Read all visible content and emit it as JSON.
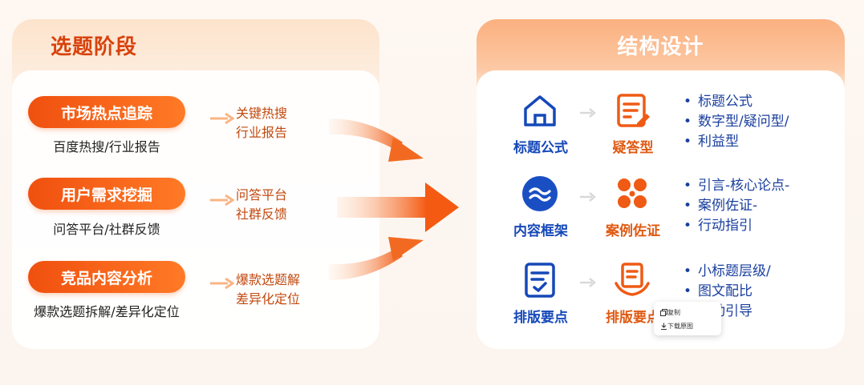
{
  "left": {
    "title": "选题阶段",
    "rows": [
      {
        "pill": "市场热点追踪",
        "sub": "百度热搜/行业报告",
        "sources": [
          "关键热搜",
          "行业报告"
        ]
      },
      {
        "pill": "用户需求挖掘",
        "sub": "问答平台/社群反馈",
        "sources": [
          "问答平台",
          "社群反馈"
        ]
      },
      {
        "pill": "竞品内容分析",
        "sub": "爆款选题拆解/差异化定位",
        "sources": [
          "爆款选题解",
          "差异化定位"
        ]
      }
    ]
  },
  "right": {
    "title": "结构设计",
    "rows": [
      {
        "left_label": "标题公式",
        "left_icon": "home-icon",
        "right_label": "疑答型",
        "right_icon": "document-edit-icon",
        "bullets": [
          "标题公式",
          "数字型/疑问型/",
          "利益型"
        ]
      },
      {
        "left_label": "内容框架",
        "left_icon": "wave-icon",
        "right_label": "案例佐证",
        "right_icon": "cluster-icon",
        "bullets": [
          "引言-核心论点-",
          "案例佐证-",
          "行动指引"
        ]
      },
      {
        "left_label": "排版要点",
        "left_icon": "checklist-icon",
        "right_label": "排版要点",
        "right_icon": "handout-icon",
        "bullets": [
          "小标题层级/",
          "图文配比",
          "互动引导"
        ]
      }
    ]
  },
  "context_menu": {
    "items": [
      {
        "label": "复制",
        "icon": "copy-icon"
      },
      {
        "label": "下载原图",
        "icon": "download-icon"
      }
    ]
  },
  "colors": {
    "accent_orange": "#f0500f",
    "title_orange": "#d8420c",
    "source_orange": "#c14a10",
    "label_blue": "#1548b8",
    "label_orange": "#e05a12"
  }
}
